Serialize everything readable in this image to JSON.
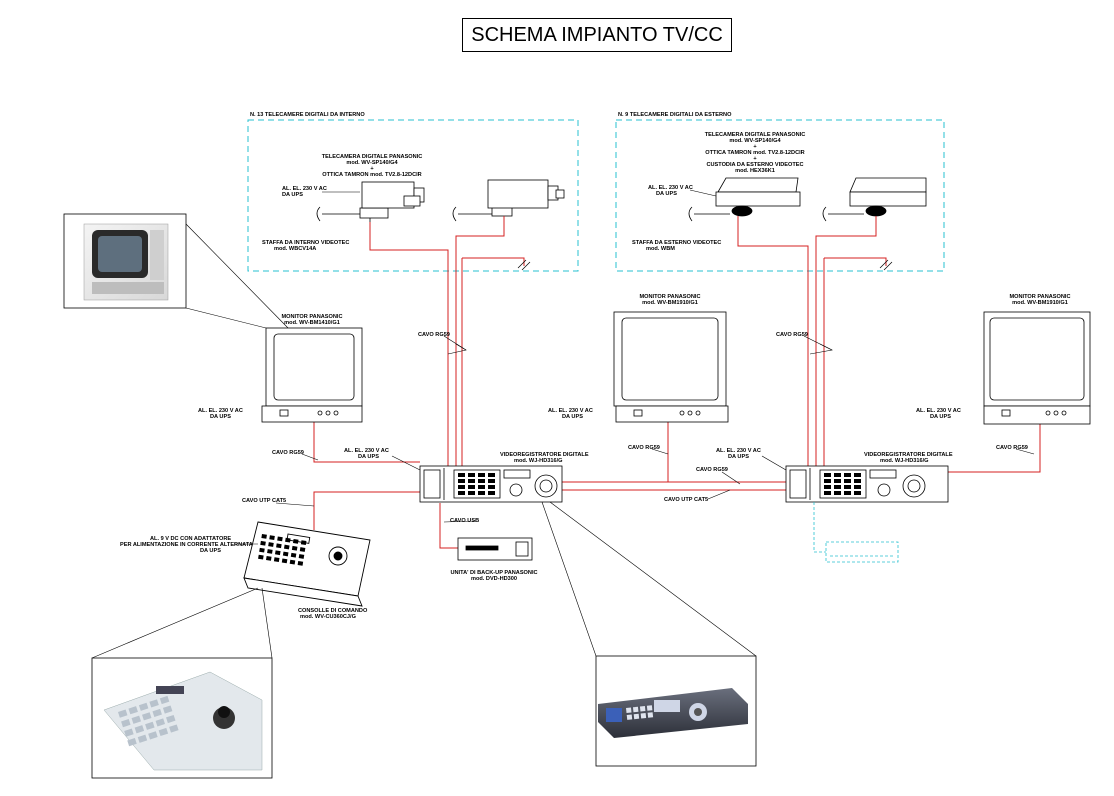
{
  "title": "SCHEMA IMPIANTO TV/CC",
  "colors": {
    "cable": "#d42020",
    "zone": "#27c0d0",
    "line": "#000000",
    "backup": "#27c0d0"
  },
  "zones": {
    "indoor": {
      "header": "N. 13 TELECAMERE DIGITALI DA INTERNO",
      "camera_model": [
        "TELECAMERA DIGITALE PANASONIC",
        "mod. WV-SP140/G4",
        "+",
        "OTTICA TAMRON mod. TV2.8-12DCIR"
      ],
      "power": [
        "AL. EL. 230 V AC",
        "DA UPS"
      ],
      "bracket": [
        "STAFFA DA INTERNO VIDEOTEC",
        "mod. WBCV14A"
      ]
    },
    "outdoor": {
      "header": "N. 9 TELECAMERE DIGITALI DA ESTERNO",
      "camera_model": [
        "TELECAMERA DIGITALE PANASONIC",
        "mod. WV-SP140/G4",
        "+",
        "OTTICA TAMRON mod. TV2.8-12DCIR",
        "+",
        "CUSTODIA DA ESTERNO VIDEOTEC",
        "mod. HEX36K1"
      ],
      "power": [
        "AL. EL. 230 V AC",
        "DA UPS"
      ],
      "bracket": [
        "STAFFA DA ESTERNO VIDEOTEC",
        "mod. WBM"
      ]
    }
  },
  "monitors": [
    {
      "label": [
        "MONITOR PANASONIC",
        "mod. WV-BM1410/G1"
      ],
      "power": [
        "AL. EL. 230 V AC",
        "DA UPS"
      ],
      "cable": "CAVO RG59"
    },
    {
      "label": [
        "MONITOR PANASONIC",
        "mod. WV-BM1910/G1"
      ],
      "power": [
        "AL. EL. 230 V AC",
        "DA UPS"
      ],
      "cable": "CAVO RG59"
    },
    {
      "label": [
        "MONITOR PANASONIC",
        "mod. WV-BM1910/G1"
      ],
      "power": [
        "AL. EL. 230 V AC",
        "DA UPS"
      ],
      "cable": "CAVO RG59"
    }
  ],
  "recorders": [
    {
      "label": [
        "VIDEOREGISTRATORE DIGITALE",
        "mod. WJ-HD316/G"
      ],
      "power": [
        "AL. EL. 230 V AC",
        "DA UPS"
      ]
    },
    {
      "label": [
        "VIDEOREGISTRATORE DIGITALE",
        "mod. WJ-HD316/G"
      ],
      "power": [
        "AL. EL. 230 V AC",
        "DA UPS"
      ]
    }
  ],
  "cables": {
    "rg59_indoor": "CAVO RG59",
    "rg59_outdoor": "CAVO RG59",
    "utp_console": "CAVO UTP CAT5",
    "usb": "CAVO USB",
    "utp_link": "CAVO UTP CAT5",
    "rg59_link": "CAVO RG59"
  },
  "console": {
    "power": [
      "AL. 9 V DC CON ADATTATORE",
      "PER ALIMENTAZIONE IN CORRENTE ALTERNATA",
      "DA UPS"
    ],
    "label": [
      "CONSOLLE DI COMANDO",
      "mod. WV-CU360CJ/G"
    ]
  },
  "backup": {
    "label": [
      "UNITA' DI BACK-UP PANASONIC",
      "mod. DVD-HD300"
    ]
  }
}
